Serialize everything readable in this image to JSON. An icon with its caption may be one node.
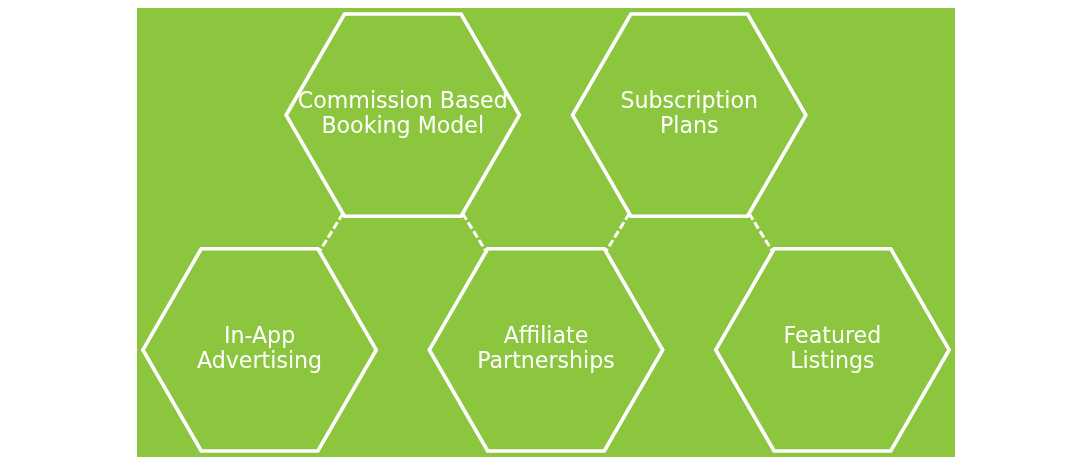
{
  "diagram": {
    "nodes": [
      {
        "text": [
          "Commission Based Booking Model"
        ]
      },
      {
        "text": [
          "Subscription Plans"
        ]
      },
      {
        "text": [
          "In-App Advertising"
        ]
      },
      {
        "text": [
          "Affiliate Partnerships"
        ]
      },
      {
        "text": [
          "Featured Listings"
        ]
      }
    ],
    "edges": [
      {
        "from": 0,
        "to": 2,
        "arrow": "none",
        "style": "dashed"
      },
      {
        "from": 0,
        "to": 3,
        "arrow": "none",
        "style": "dashed"
      },
      {
        "from": 1,
        "to": 3,
        "arrow": "none",
        "style": "dashed"
      },
      {
        "from": 1,
        "to": 4,
        "arrow": "none",
        "style": "dashed"
      }
    ]
  }
}
